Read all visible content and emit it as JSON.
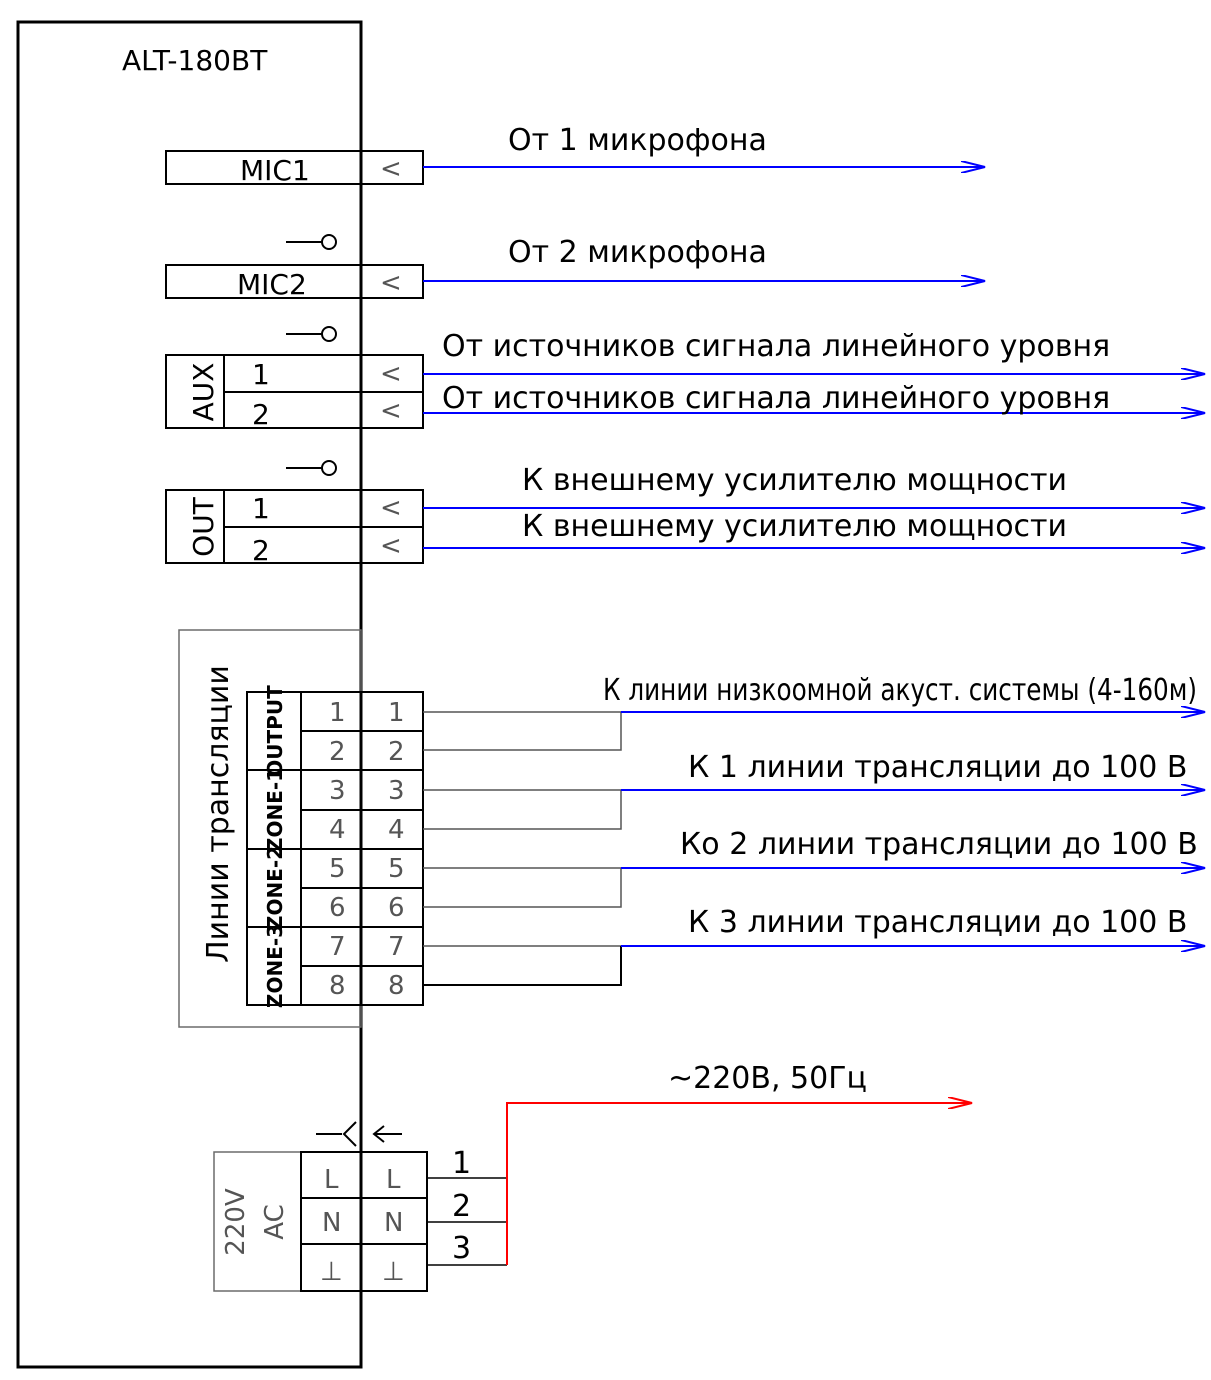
{
  "device": {
    "model": "ALT-180BT"
  },
  "colors": {
    "signal_wire": "#0000ff",
    "power_wire": "#ff0000",
    "outline": "#000000",
    "block": "#6b6b6b"
  },
  "inputs": {
    "mic1": {
      "label": "MIC1",
      "symbol": "<",
      "wire_label": "От 1 микрофона"
    },
    "mic2": {
      "label": "MIC2",
      "symbol": "<",
      "wire_label": "От 2 микрофона"
    },
    "aux": {
      "label": "AUX",
      "ch1": "1",
      "ch2": "2",
      "symbol": "<",
      "wire1_label": "От  источников сигнала линейного уровня",
      "wire2_label": "От  источников сигнала линейного уровня"
    },
    "out": {
      "label": "OUT",
      "ch1": "1",
      "ch2": "2",
      "symbol": "<",
      "wire1_label": "К внешнему усилителю мощности",
      "wire2_label": "К внешнему усилителю мощности"
    }
  },
  "broadcast": {
    "title": "Линии трансляции",
    "groups": [
      "OUTPUT",
      "ZONE-1",
      "ZONE-2",
      "ZONE-3"
    ],
    "pins": [
      "1",
      "2",
      "3",
      "4",
      "5",
      "6",
      "7",
      "8"
    ],
    "lines": [
      "К линии низкоомной акуст. системы (4-160м)",
      "К 1 линии трансляции до 100 В",
      "Ко 2 линии трансляции до 100 В",
      "К 3 линии трансляции до 100 В"
    ]
  },
  "power": {
    "label_line1": "220V",
    "label_line2": "AC",
    "terminals": [
      "L",
      "N",
      "⊥"
    ],
    "wires": [
      "1",
      "2",
      "3"
    ],
    "feed_label": "~220В, 50Гц"
  }
}
